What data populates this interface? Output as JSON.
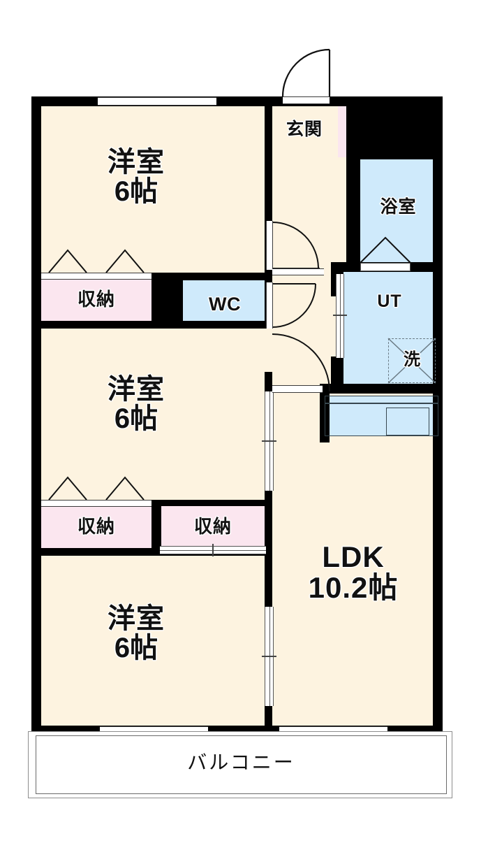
{
  "plan": {
    "type": "japanese-apartment-floor-plan",
    "layout_name": "3LDK",
    "colors": {
      "wall": "#000000",
      "room_floor": "#fdf3e0",
      "wet_area": "#cfeafb",
      "closet": "#fbe6ef",
      "balcony": "#ffffff",
      "outline": "#8d8d8d"
    }
  },
  "rooms": [
    {
      "id": "washitsu-top",
      "name": "洋室",
      "size": "6帖"
    },
    {
      "id": "washitsu-middle",
      "name": "洋室",
      "size": "6帖"
    },
    {
      "id": "washitsu-bottom",
      "name": "洋室",
      "size": "6帖"
    },
    {
      "id": "ldk",
      "name": "LDK",
      "size": "10.2帖"
    }
  ],
  "labels": {
    "genkan": "玄関",
    "yokushitsu": "浴室",
    "ut": "UT",
    "sen": "洗",
    "wc": "WC",
    "balcony": "バルコニー",
    "closet": "収納"
  },
  "closets": [
    {
      "id": "closet-1",
      "label": "収納"
    },
    {
      "id": "closet-2",
      "label": "収納"
    },
    {
      "id": "closet-3",
      "label": "収納"
    }
  ],
  "fixtures": [
    {
      "id": "washing-machine-space",
      "label": "洗"
    },
    {
      "id": "kitchen-sink",
      "label": ""
    },
    {
      "id": "kitchen-counter",
      "label": ""
    }
  ]
}
